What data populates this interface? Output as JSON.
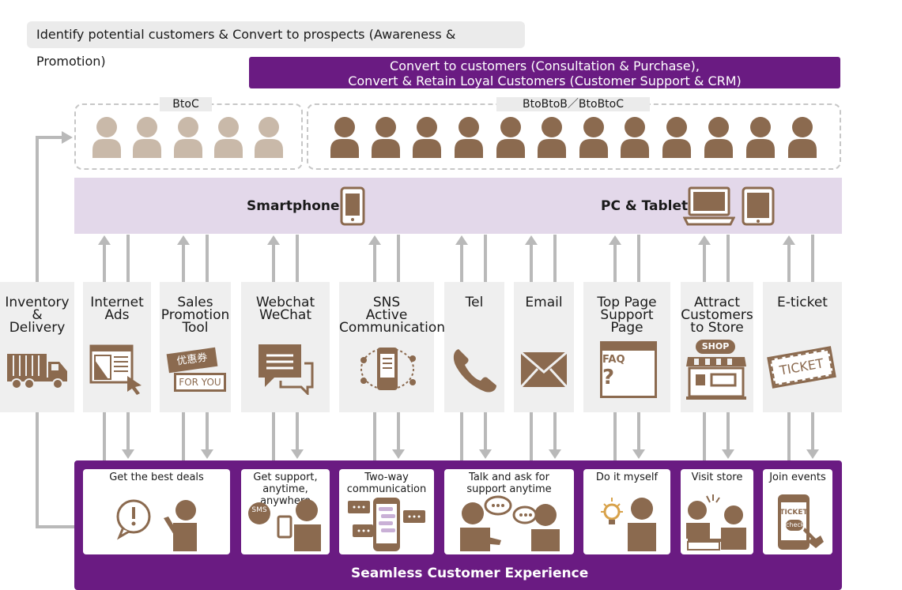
{
  "header": {
    "awareness": "Identify potential customers & Convert to prospects (Awareness & Promotion)",
    "convert_line1": "Convert to customers (Consultation & Purchase),",
    "convert_line2": "Convert & Retain Loyal Customers (Customer Support & CRM)"
  },
  "segments": {
    "btoc": {
      "label": "BtoC",
      "count": 5
    },
    "btob": {
      "label": "BtoBtoB／BtoBtoC",
      "count": 12
    }
  },
  "devices": {
    "smartphone": "Smartphone",
    "pc_tablet": "PC & Tablet"
  },
  "channels": [
    {
      "label": "Inventory\n&\nDelivery",
      "icon": "truck-icon"
    },
    {
      "label": "Internet\nAds",
      "icon": "web-ad-icon"
    },
    {
      "label": "Sales\nPromotion\nTool",
      "icon": "coupon-icon",
      "tag1": "优惠券",
      "tag2": "FOR YOU"
    },
    {
      "label": "Webchat\nWeChat",
      "icon": "chat-icon"
    },
    {
      "label": "SNS\nActive\nCommunication",
      "icon": "sns-icon"
    },
    {
      "label": "Tel",
      "icon": "phone-icon"
    },
    {
      "label": "Email",
      "icon": "envelope-icon"
    },
    {
      "label": "Top Page\nSupport Page",
      "icon": "faq-icon",
      "tag": "FAQ"
    },
    {
      "label": "Attract\nCustomers\nto Store",
      "icon": "shop-icon",
      "tag": "SHOP"
    },
    {
      "label": "E-ticket",
      "icon": "ticket-icon",
      "tag": "TICKET"
    }
  ],
  "experiences": [
    {
      "label": "Get the best deals"
    },
    {
      "label": "Get support,\nanytime, anywhere",
      "tag": "SMS"
    },
    {
      "label": "Two-way\ncommunication"
    },
    {
      "label": "Talk and ask for\nsupport anytime"
    },
    {
      "label": "Do it myself"
    },
    {
      "label": "Visit store"
    },
    {
      "label": "Join events",
      "tag1": "TICKET",
      "tag2": "check"
    }
  ],
  "footer": "Seamless Customer Experience",
  "colors": {
    "purple": "#6a1b82",
    "lavender": "#e3d8ea",
    "person_light": "#c9b9a9",
    "person_dark": "#8b6a4f",
    "arrow": "#b9b9b9"
  }
}
